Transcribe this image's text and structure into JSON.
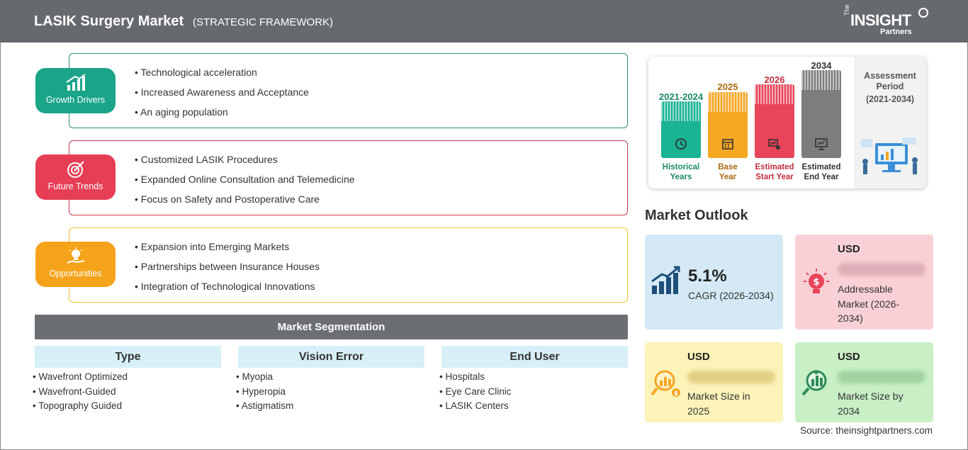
{
  "header": {
    "title": "LASIK Surgery Market",
    "subtitle": "(STRATEGIC FRAMEWORK)",
    "logo": {
      "the": "The",
      "insight": "INSIGHT",
      "partners": "Partners"
    }
  },
  "pillars": [
    {
      "label": "Growth Drivers",
      "icon": "growth-chart-icon",
      "color": "#1aa488",
      "border": "#2a8f7a",
      "items": [
        "Technological acceleration",
        "Increased Awareness and Acceptance",
        "An aging population"
      ]
    },
    {
      "label": "Future Trends",
      "icon": "target-icon",
      "color": "#e63e55",
      "border": "#c9384a",
      "items": [
        "Customized LASIK Procedures",
        "Expanded Online Consultation and Telemedicine",
        "Focus on Safety and Postoperative Care"
      ]
    },
    {
      "label": "Opportunities",
      "icon": "lightbulb-hand-icon",
      "color": "#f5a31a",
      "border": "#f0c030",
      "items": [
        "Expansion into Emerging Markets",
        "Partnerships between Insurance Houses",
        "Integration of Technological Innovations"
      ]
    }
  ],
  "segmentation": {
    "title": "Market Segmentation",
    "columns": [
      {
        "heading": "Type",
        "items": [
          "Wavefront Optimized",
          "Wavefront-Guided",
          "Topography Guided"
        ]
      },
      {
        "heading": "Vision Error",
        "items": [
          "Myopia",
          "Hyperopia",
          "Astigmatism"
        ]
      },
      {
        "heading": "End User",
        "items": [
          "Hospitals",
          "Eye Care Clinic",
          "LASIK Centers"
        ]
      }
    ]
  },
  "timeline": {
    "bars": [
      {
        "year": "2021-2024",
        "label_line1": "Historical",
        "label_line2": "Years",
        "color": "#1ab394",
        "year_color": "#1a8a6a",
        "icon": "history-icon"
      },
      {
        "year": "2025",
        "label_line1": "Base",
        "label_line2": "Year",
        "color": "#f5a623",
        "year_color": "#a86a10",
        "icon": "calendar-icon"
      },
      {
        "year": "2026",
        "label_line1": "Estimated",
        "label_line2": "Start Year",
        "color": "#e8455a",
        "year_color": "#c0303f",
        "icon": "start-chart-icon"
      },
      {
        "year": "2034",
        "label_line1": "Estimated",
        "label_line2": "End Year",
        "color": "#7d7d7d",
        "year_color": "#333333",
        "icon": "presentation-icon"
      }
    ],
    "assessment_title": "Assessment Period",
    "assessment_period": "(2021-2034)"
  },
  "outlook": {
    "title": "Market Outlook",
    "cagr_value": "5.1%",
    "cagr_label": "CAGR (2026-2034)",
    "cards": [
      {
        "usd": "USD",
        "blur": "lorem ipsum",
        "desc_lines": [
          "Addressable",
          "Market (2026-",
          "2034)"
        ],
        "color": "#f8d0d6",
        "icon": "bulb-dollar-icon"
      },
      {
        "usd": "USD",
        "blur": "lorem ipsum",
        "desc_lines": [
          "Market Size in",
          "2025"
        ],
        "color": "#fbf3b8",
        "icon": "magnifier-chart-icon"
      },
      {
        "usd": "USD",
        "blur": "lorem ipsum",
        "desc_lines": [
          "Market Size by",
          "2034"
        ],
        "color": "#c8efc6",
        "icon": "magnifier-bars-icon"
      }
    ],
    "cagr_color": "#d4e9f5"
  },
  "source": "Source: theinsightpartners.com"
}
